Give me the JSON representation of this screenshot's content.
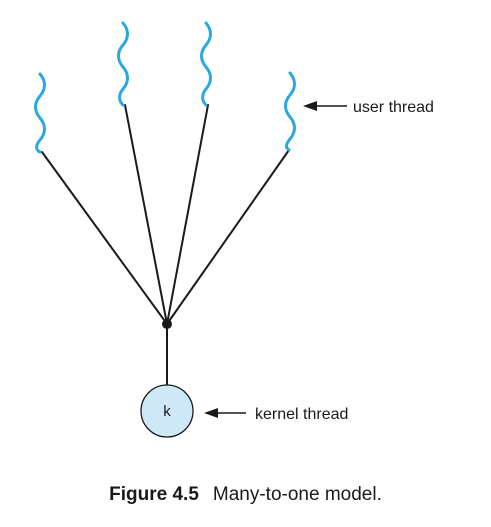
{
  "diagram": {
    "user_thread_label": "user thread",
    "kernel_thread_label": "kernel thread",
    "kernel_symbol": "k",
    "user_thread_count": 4,
    "colors": {
      "wave": "#2aa9e0",
      "line": "#1a1a1a",
      "kernel_fill": "#cfe8f8",
      "kernel_stroke": "#1a1a1a"
    }
  },
  "caption": {
    "number": "Figure 4.5",
    "text": "Many-to-one model."
  }
}
